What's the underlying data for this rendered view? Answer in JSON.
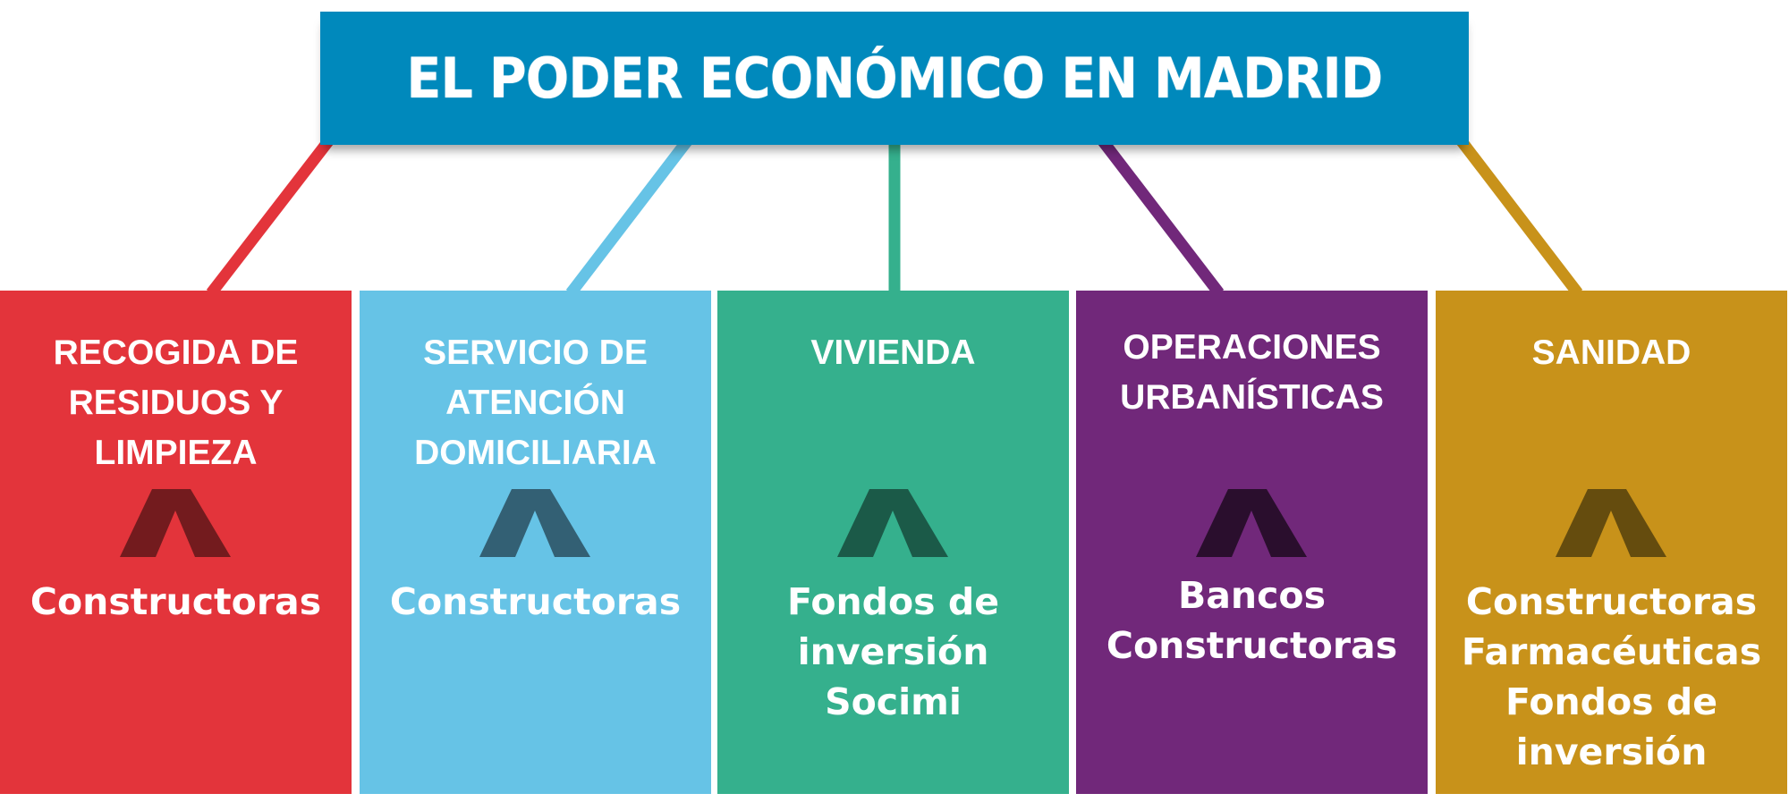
{
  "header": {
    "title": "EL PODER ECONÓMICO EN MADRID",
    "color": "#0089bc"
  },
  "sectors": [
    {
      "title_lines": [
        "RECOGIDA DE",
        "RESIDUOS Y",
        "LIMPIEZA"
      ],
      "icon": "chevron-up-icon",
      "companies": [
        "Constructoras"
      ],
      "color": "#e3343b",
      "icon_color": "#731b1e"
    },
    {
      "title_lines": [
        "SERVICIO DE",
        "ATENCIÓN",
        "DOMICILIARIA"
      ],
      "icon": "chevron-up-icon",
      "companies": [
        "Constructoras"
      ],
      "color": "#66c3e6",
      "icon_color": "#336074"
    },
    {
      "title_lines": [
        "VIVIENDA"
      ],
      "icon": "chevron-up-icon",
      "companies": [
        "Fondos de",
        "inversión",
        "Socimi"
      ],
      "color": "#35b08d",
      "icon_color": "#1b5a48"
    },
    {
      "title_lines": [
        "OPERACIONES",
        "URBANÍSTICAS"
      ],
      "icon": "chevron-up-icon",
      "companies": [
        "Bancos",
        "Constructoras"
      ],
      "color": "#71287a",
      "icon_color": "#2a0e2d"
    },
    {
      "title_lines": [
        "SANIDAD"
      ],
      "icon": "chevron-up-icon",
      "companies": [
        "Constructoras",
        "Farmacéuticas",
        "Fondos de",
        "inversión"
      ],
      "color": "#c8921a",
      "icon_color": "#654c0e"
    }
  ]
}
